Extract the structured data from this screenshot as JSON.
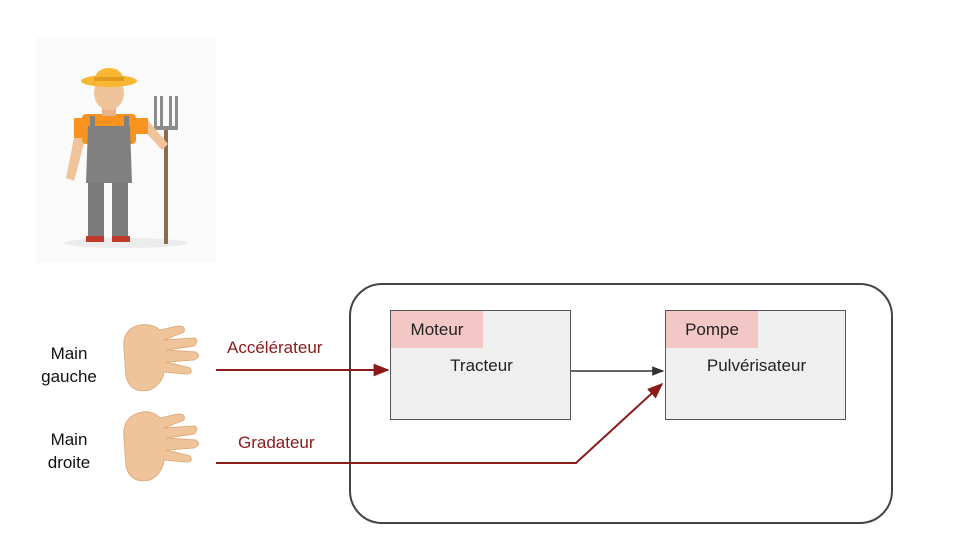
{
  "colors": {
    "accent_arrow": "#8b1a1a",
    "box_fill": "#efefef",
    "tag_fill": "#f4c7c7",
    "system_border": "#444444",
    "skin": "#f0c49a",
    "shirt": "#f7931e",
    "overalls": "#808080",
    "hat": "#f7b733"
  },
  "icons": {
    "farmer": "farmer-with-pitchfork-illustration",
    "left_hand": "hand-icon",
    "right_hand": "hand-icon"
  },
  "inputs": {
    "left_hand_label_line1": "Main",
    "left_hand_label_line2": "gauche",
    "right_hand_label_line1": "Main",
    "right_hand_label_line2": "droite",
    "accelerator_label": "Accélérateur",
    "dimmer_label": "Gradateur"
  },
  "components": {
    "tractor": {
      "tag": "Moteur",
      "label": "Tracteur"
    },
    "sprayer": {
      "tag": "Pompe",
      "label": "Pulvérisateur"
    }
  }
}
